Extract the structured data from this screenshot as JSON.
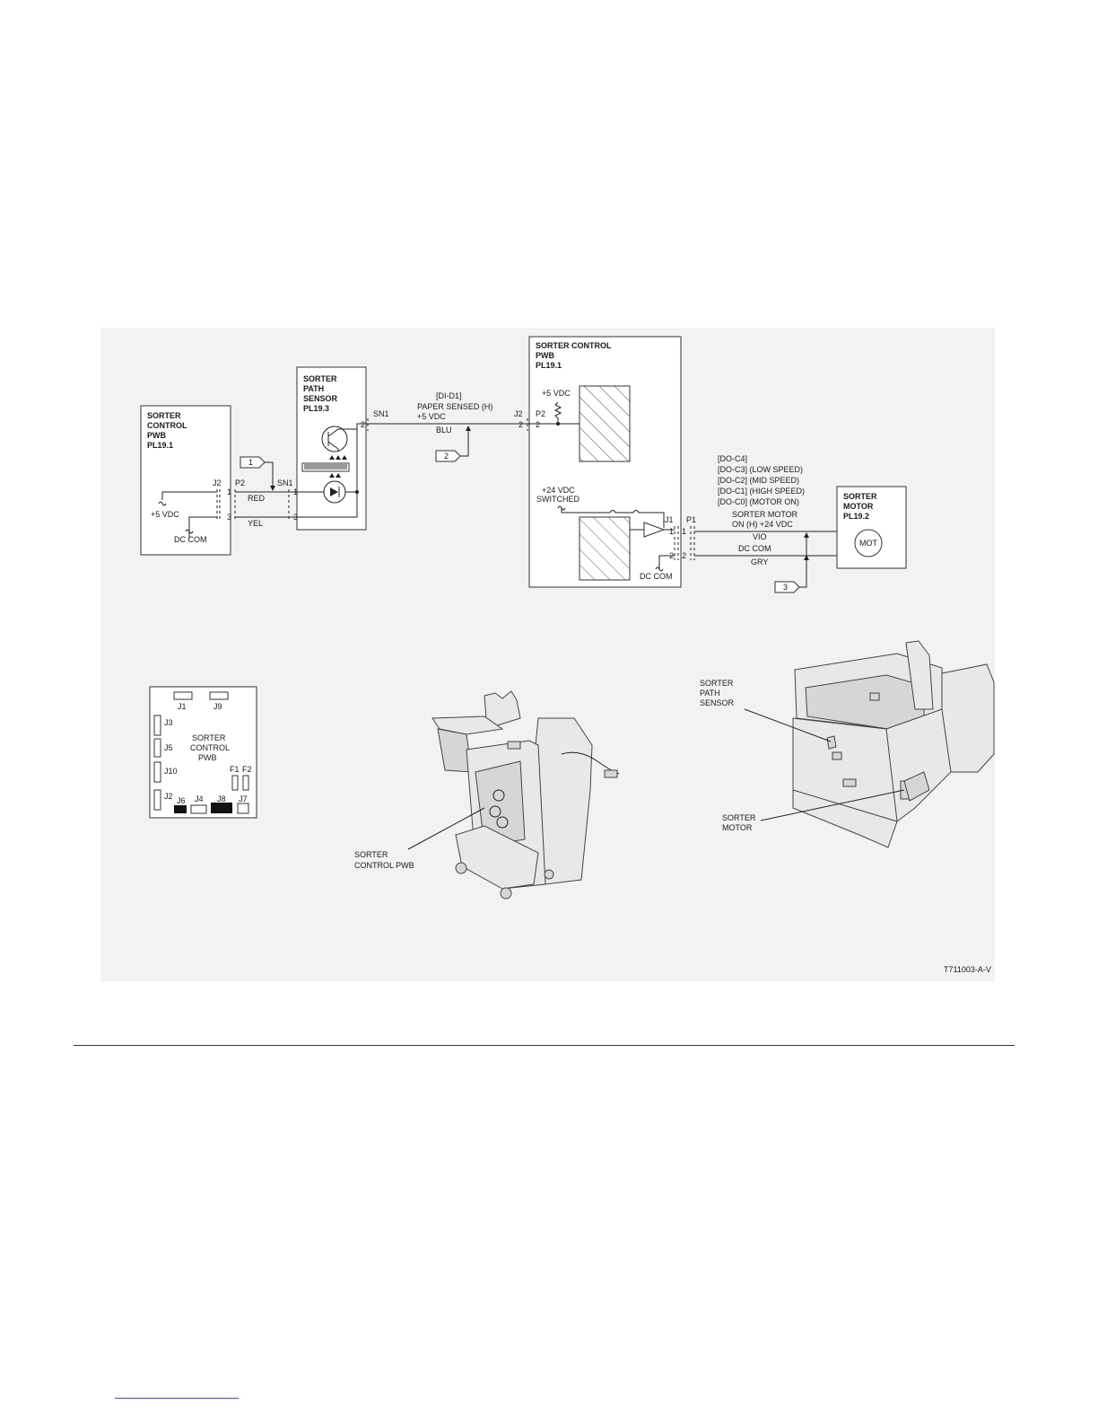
{
  "figure_id": "T711003-A-V",
  "left_pwb": {
    "title_lines": [
      "SORTER",
      "CONTROL",
      "PWB",
      "PL19.1"
    ],
    "conn": "J2",
    "plug": "P2",
    "pins": [
      "1",
      "3"
    ],
    "v5": "+5 VDC",
    "dccom": "DC COM",
    "wire_red": "RED",
    "wire_yel": "YEL"
  },
  "sensor": {
    "title_lines": [
      "SORTER",
      "PATH",
      "SENSOR",
      "PL19.3"
    ],
    "sn1_top": "SN1",
    "sn1_left": "SN1",
    "pin2": "2",
    "pin1": "1",
    "pin3": "3"
  },
  "signal": {
    "code": "[DI-D1]",
    "name": "PAPER SENSED (H)",
    "volt": "+5 VDC",
    "wire": "BLU"
  },
  "callouts": [
    "1",
    "2",
    "3"
  ],
  "right_pwb": {
    "title_lines": [
      "SORTER CONTROL",
      "PWB",
      "PL19.1"
    ],
    "j2": "J2",
    "p2": "P2",
    "j2_pin": "2",
    "p2_pin": "2",
    "v5": "+5 VDC",
    "v24_lines": [
      "+24 VDC",
      "SWITCHED"
    ],
    "j1": "J1",
    "p1": "P1",
    "j1_pin1": "1",
    "j1_pin2": "2",
    "p1_pin1": "1",
    "p1_pin2": "2",
    "dccom": "DC COM"
  },
  "motor_signals": [
    "[DO-C4]",
    "[DO-C3] (LOW SPEED)",
    "[DO-C2] (MID SPEED)",
    "[DO-C1] (HIGH SPEED)",
    "[DO-C0] (MOTOR ON)"
  ],
  "motor_line": {
    "name_lines": [
      "SORTER MOTOR",
      "ON (H) +24 VDC"
    ],
    "wire_vio": "VIO",
    "dccom": "DC COM",
    "wire_gry": "GRY"
  },
  "motor": {
    "title_lines": [
      "SORTER",
      "MOTOR",
      "PL19.2"
    ],
    "symbol": "MOT"
  },
  "pwb_layout": {
    "conns": [
      "J1",
      "J9",
      "J3",
      "J5",
      "J10",
      "J2",
      "J6",
      "J4",
      "J8",
      "J7",
      "F1",
      "F2"
    ],
    "title_lines": [
      "SORTER",
      "CONTROL",
      "PWB"
    ]
  },
  "illus_pwb_label_lines": [
    "SORTER",
    "CONTROL PWB"
  ],
  "illus_sensor_label_lines": [
    "SORTER",
    "PATH",
    "SENSOR"
  ],
  "illus_motor_label_lines": [
    "SORTER",
    "MOTOR"
  ]
}
